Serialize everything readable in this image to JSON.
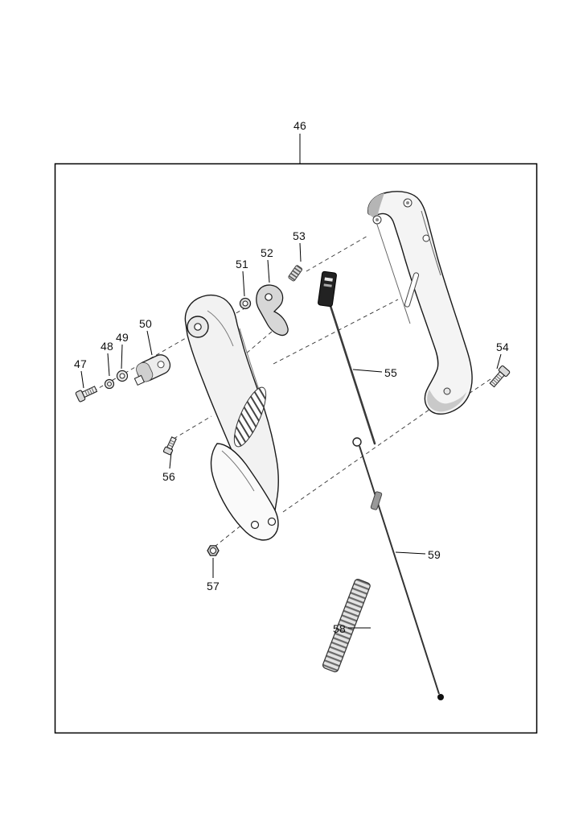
{
  "diagram": {
    "ink_color": "#000000",
    "background_color": "#ffffff",
    "callouts": {
      "c46": "46",
      "c47": "47",
      "c48": "48",
      "c49": "49",
      "c50": "50",
      "c51": "51",
      "c52": "52",
      "c53": "53",
      "c54": "54",
      "c55": "55",
      "c56": "56",
      "c57": "57",
      "c58": "58",
      "c59": "59"
    }
  }
}
